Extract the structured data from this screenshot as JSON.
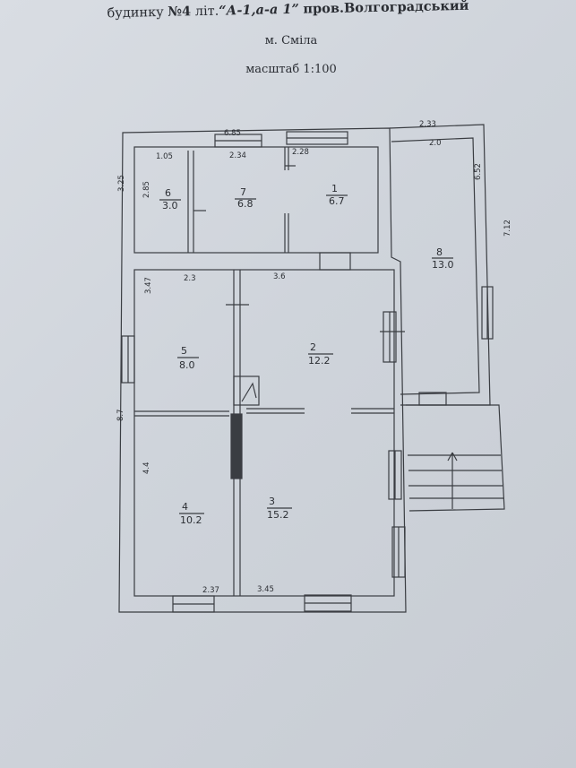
{
  "header": {
    "title_prefix": "будинку",
    "title_number": "№4",
    "title_lit": "літ.",
    "title_lit_value": "“А-1,а-а 1”",
    "title_street": "пров.Волгоградський",
    "city": "м. Сміла",
    "scale": "масштаб 1:100"
  },
  "rooms": [
    {
      "id": "1",
      "area": "6.7"
    },
    {
      "id": "2",
      "area": "12.2"
    },
    {
      "id": "3",
      "area": "15.2"
    },
    {
      "id": "4",
      "area": "10.2"
    },
    {
      "id": "5",
      "area": "8.0"
    },
    {
      "id": "6",
      "area": "3.0"
    },
    {
      "id": "7",
      "area": "6.8"
    },
    {
      "id": "8",
      "area": "13.0"
    }
  ],
  "dimensions": {
    "top_6_85": "6.85",
    "top_2_33": "2.33",
    "annex_2_0": "2.0",
    "annex_6_52": "6.52",
    "annex_7_12": "7.12",
    "left_3_25": "3.25",
    "left_2_85": "2.85",
    "r6_1_05": "1.05",
    "r7_2_34": "2.34",
    "r1_2_28": "2.28",
    "r5_2_3": "2.3",
    "r2_3_6": "3.6",
    "r5_3_47": "3.47",
    "left_8_7": "8.7",
    "r4_4_4": "4.4",
    "bottom_2_37": "2.37",
    "bottom_3_45": "3.45"
  }
}
